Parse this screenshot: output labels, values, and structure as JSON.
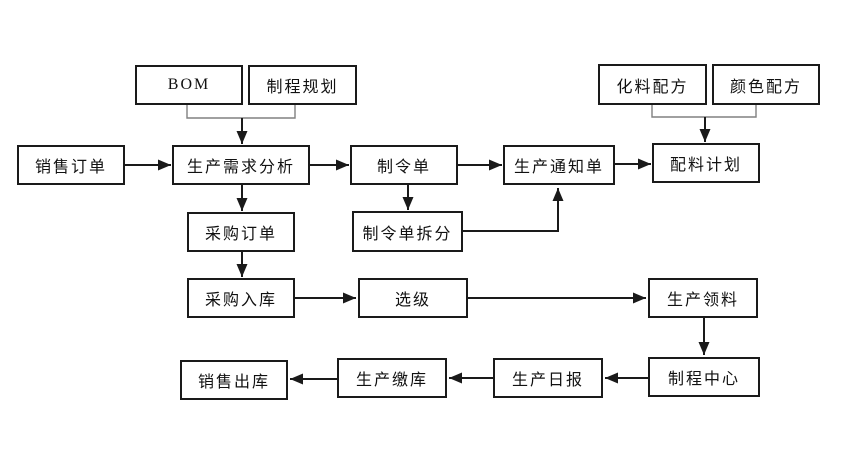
{
  "diagram": {
    "type": "flowchart",
    "background": "#ffffff",
    "line_color": "#1a1a1a",
    "bracket_color": "#808080",
    "box_border_color": "#1a1a1a",
    "text_color": "#111111",
    "nodes": [
      {
        "id": "bom",
        "label": "BOM"
      },
      {
        "id": "process-planning",
        "label": "制程规划"
      },
      {
        "id": "chemical-formula",
        "label": "化料配方"
      },
      {
        "id": "color-formula",
        "label": "颜色配方"
      },
      {
        "id": "sales-order",
        "label": "销售订单"
      },
      {
        "id": "demand-analysis",
        "label": "生产需求分析"
      },
      {
        "id": "work-order",
        "label": "制令单"
      },
      {
        "id": "production-notice",
        "label": "生产通知单"
      },
      {
        "id": "batching-plan",
        "label": "配料计划"
      },
      {
        "id": "purchase-order",
        "label": "采购订单"
      },
      {
        "id": "work-order-split",
        "label": "制令单拆分"
      },
      {
        "id": "purchase-inbound",
        "label": "采购入库"
      },
      {
        "id": "grading",
        "label": "选级"
      },
      {
        "id": "production-picking",
        "label": "生产领料"
      },
      {
        "id": "sales-outbound",
        "label": "销售出库"
      },
      {
        "id": "production-storage",
        "label": "生产缴库"
      },
      {
        "id": "production-daily",
        "label": "生产日报"
      },
      {
        "id": "process-center",
        "label": "制程中心"
      }
    ],
    "edges": [
      {
        "from": "BOM",
        "to": "生产需求分析",
        "via": "merge-bracket"
      },
      {
        "from": "制程规划",
        "to": "生产需求分析",
        "via": "merge-bracket"
      },
      {
        "from": "化料配方",
        "to": "配料计划",
        "via": "merge-bracket"
      },
      {
        "from": "颜色配方",
        "to": "配料计划",
        "via": "merge-bracket"
      },
      {
        "from": "销售订单",
        "to": "生产需求分析"
      },
      {
        "from": "生产需求分析",
        "to": "制令单"
      },
      {
        "from": "制令单",
        "to": "生产通知单"
      },
      {
        "from": "生产通知单",
        "to": "配料计划"
      },
      {
        "from": "生产需求分析",
        "to": "采购订单"
      },
      {
        "from": "制令单",
        "to": "制令单拆分"
      },
      {
        "from": "制令单拆分",
        "to": "生产通知单"
      },
      {
        "from": "采购订单",
        "to": "采购入库"
      },
      {
        "from": "采购入库",
        "to": "选级"
      },
      {
        "from": "选级",
        "to": "生产领料"
      },
      {
        "from": "生产领料",
        "to": "制程中心"
      },
      {
        "from": "制程中心",
        "to": "生产日报"
      },
      {
        "from": "生产日报",
        "to": "生产缴库"
      },
      {
        "from": "生产缴库",
        "to": "销售出库"
      }
    ]
  }
}
